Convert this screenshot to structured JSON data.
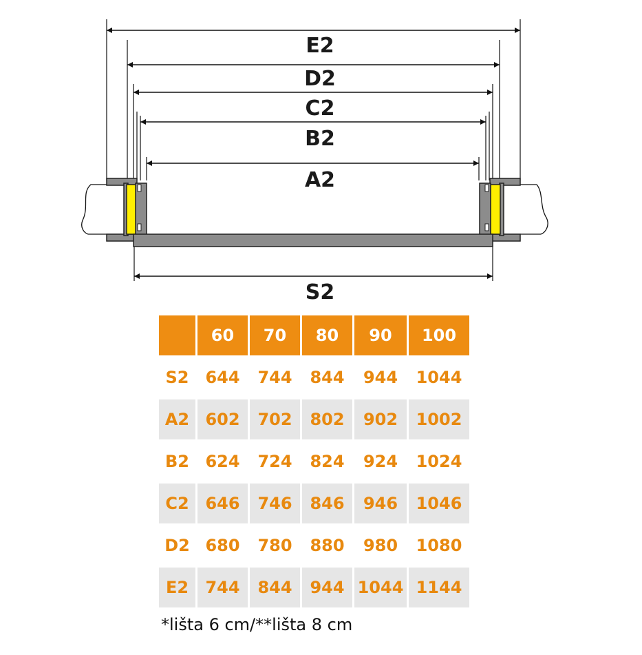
{
  "dimension_labels": {
    "E2": "E2",
    "D2": "D2",
    "C2": "C2",
    "B2": "B2",
    "A2": "A2",
    "S2": "S2"
  },
  "colors": {
    "header_bg": "#ee8d12",
    "value_text": "#e8890f",
    "row_shade": "#e6e6e6",
    "seal": "#ffef00",
    "profile": "#8c8c8c"
  },
  "table": {
    "header": [
      "",
      "60",
      "70",
      "80",
      "90",
      "100"
    ],
    "rows": [
      {
        "label": "S2",
        "values": [
          "644",
          "744",
          "844",
          "944",
          "1044"
        ]
      },
      {
        "label": "A2",
        "values": [
          "602",
          "702",
          "802",
          "902",
          "1002"
        ]
      },
      {
        "label": "B2",
        "values": [
          "624",
          "724",
          "824",
          "924",
          "1024"
        ]
      },
      {
        "label": "C2",
        "values": [
          "646",
          "746",
          "846",
          "946",
          "1046"
        ]
      },
      {
        "label": "D2",
        "values": [
          "680",
          "780",
          "880",
          "980",
          "1080"
        ]
      },
      {
        "label": "E2",
        "values": [
          "744",
          "844",
          "944",
          "1044",
          "1144"
        ]
      }
    ]
  },
  "footnote": "*lišta 6 cm/**lišta 8 cm"
}
